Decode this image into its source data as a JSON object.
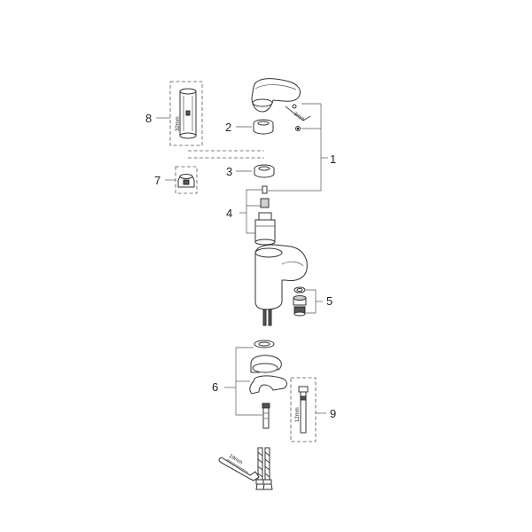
{
  "callouts": {
    "c1": "1",
    "c2": "2",
    "c3": "3",
    "c4": "4",
    "c5": "5",
    "c6": "6",
    "c7": "7",
    "c8": "8",
    "c9": "9"
  },
  "tool_labels": {
    "key_size": "3mm",
    "cartridge_wrench_size": "32mm",
    "socket_size": "12mm",
    "hose_wrench_size": "19mm"
  }
}
